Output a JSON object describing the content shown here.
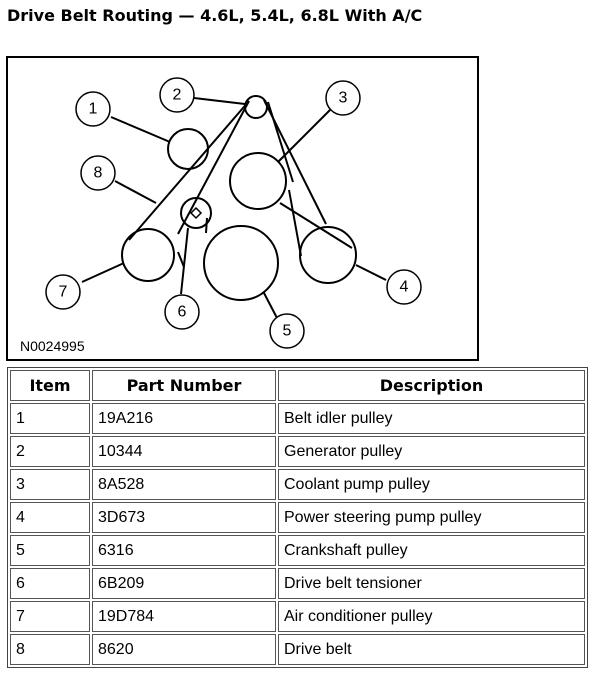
{
  "title": "Drive Belt Routing — 4.6L, 5.4L, 6.8L With A/C",
  "figure": {
    "figure_id": "N0024995",
    "callouts": [
      "1",
      "2",
      "3",
      "4",
      "5",
      "6",
      "7",
      "8"
    ]
  },
  "table": {
    "headers": [
      "Item",
      "Part Number",
      "Description"
    ],
    "rows": [
      [
        "1",
        "19A216",
        "Belt idler pulley"
      ],
      [
        "2",
        "10344",
        "Generator pulley"
      ],
      [
        "3",
        "8A528",
        "Coolant pump pulley"
      ],
      [
        "4",
        "3D673",
        "Power steering pump pulley"
      ],
      [
        "5",
        "6316",
        "Crankshaft pulley"
      ],
      [
        "6",
        "6B209",
        "Drive belt tensioner"
      ],
      [
        "7",
        "19D784",
        "Air conditioner pulley"
      ],
      [
        "8",
        "8620",
        "Drive belt"
      ]
    ]
  }
}
